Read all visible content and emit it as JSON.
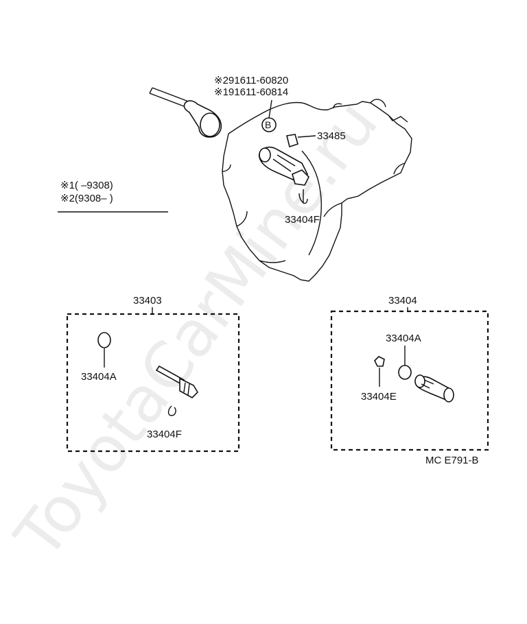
{
  "diagram": {
    "labels": {
      "note_alt2": "※291611-60820",
      "note_alt1": "※191611-60814",
      "part_33485": "33485",
      "part_33404F_top": "33404F",
      "legend_row1": "※1(      –9308)",
      "legend_row2": "※2(9308–        )",
      "kit_33403": "33403",
      "kit_33404": "33404",
      "left_33404A": "33404A",
      "left_33404F": "33404F",
      "right_33404A": "33404A",
      "right_33404E": "33404E",
      "code": "MC E791-B"
    },
    "watermark": "ToyotaCarMine.ru"
  }
}
